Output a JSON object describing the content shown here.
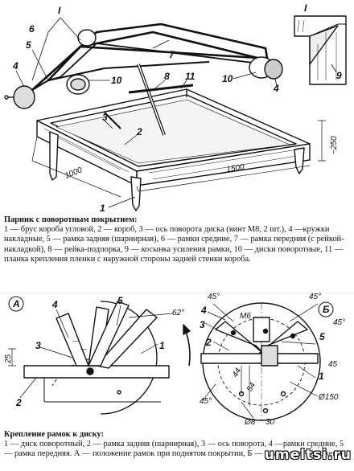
{
  "caption_main": {
    "title": "Парник с поворотным покрытием:",
    "body": "1 — брус короба угловой, 2 — короб, 3 — ось поворота диска (винт М8, 2 шт.), 4 —кружки накладные, 5 — рамка задняя (шарнирная), 6 — рамки средние, 7 — рамка передняя (с рейкой-накладкой), 8 — рейка-подпорка, 9 — косынка усиления рамки, 10 — диски поворотные, 11 — планка крепления пленки с наружной стороны задней стенки короба."
  },
  "caption_detail": {
    "title": "Крепление рамок к диску:",
    "body": "1 — диск поворотный, 2 — рамка задняя (шарнирная), 3 — ось поворота, 4 —рамки средние, 5 — рамка передняя. А — положение рамок при поднятом покрытии, Б — в закрытом положении."
  },
  "main_view": {
    "part_labels": [
      "I",
      "6",
      "5",
      "7",
      "4",
      "10",
      "3",
      "8",
      "11",
      "2",
      "1",
      "10",
      "4"
    ],
    "dims": [
      "1000",
      "1500",
      "~250"
    ]
  },
  "detail_I": {
    "part_labels": [
      "I",
      "9"
    ]
  },
  "detail_A": {
    "marker": "А",
    "part_labels": [
      "4",
      "5",
      "3",
      "1",
      "2"
    ],
    "dims": [
      "25",
      "62°"
    ]
  },
  "detail_B": {
    "marker": "Б",
    "part_labels": [
      "4",
      "5",
      "3",
      "2",
      "1"
    ],
    "dims": [
      "45°",
      "45°",
      "45°",
      "45°",
      "М6",
      "44",
      "54",
      "Ø150",
      "Ø8",
      "30",
      "45"
    ]
  },
  "watermark": "umeltsi.ru"
}
